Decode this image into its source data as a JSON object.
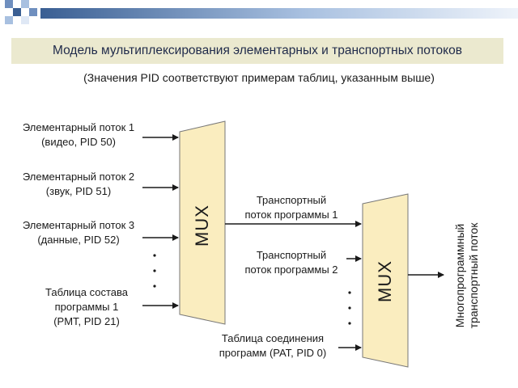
{
  "header": {
    "colors": [
      "#3a5f93",
      "#6f8fbf",
      "#a8c0e0",
      "#dfe8f5"
    ]
  },
  "title": "Модель мультиплексирования элементарных и транспортных потоков",
  "subtitle": "(Значения PID соответствуют примерам таблиц, указанным выше)",
  "inputs": [
    {
      "line1": "Элементарный поток 1",
      "line2": "(видео, PID 50)"
    },
    {
      "line1": "Элементарный поток 2",
      "line2": "(звук, PID 51)"
    },
    {
      "line1": "Элементарный поток 3",
      "line2": "(данные, PID 52)"
    },
    {
      "line1": "Таблица состава",
      "line2": "программы 1",
      "line3": "(PMT, PID 21)"
    }
  ],
  "mux1_label": "MUX",
  "mux2_label": "MUX",
  "ts1": {
    "line1": "Транспортный",
    "line2": "поток программы 1"
  },
  "ts2": {
    "line1": "Транспортный",
    "line2": "поток программы 2"
  },
  "pat": {
    "line1": "Таблица соединения",
    "line2": "программ (PAT, PID 0)"
  },
  "output": {
    "line1": "Многопрограммный",
    "line2": "транспортный поток"
  },
  "colors": {
    "mux_fill": "#faedbf",
    "title_bg": "#ebe9cf",
    "title_text": "#1f2a4a"
  }
}
